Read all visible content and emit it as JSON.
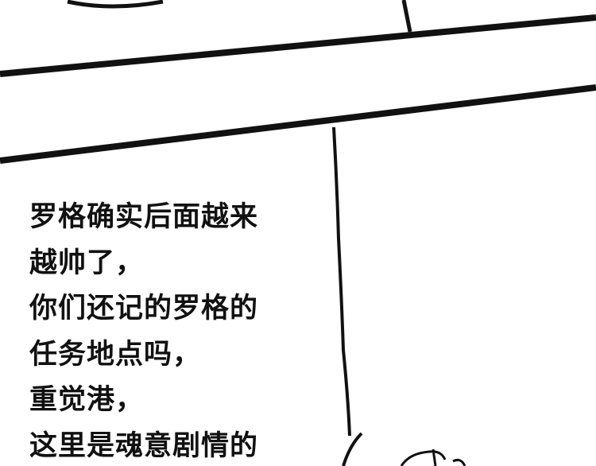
{
  "caption": {
    "lines": [
      "罗格确实后面越来",
      "越帅了，",
      "你们还记的罗格的",
      "任务地点吗，",
      "重觉港，",
      "这里是魂意剧情的"
    ]
  },
  "colors": {
    "ink": "#111111",
    "paper": "#ffffff"
  }
}
